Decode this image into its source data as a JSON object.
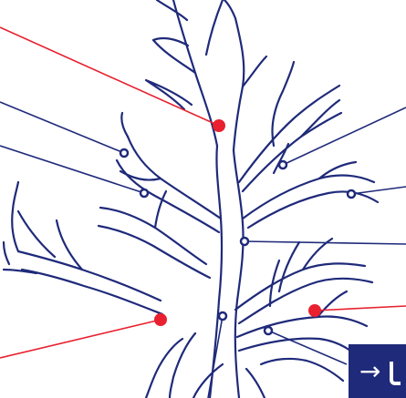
{
  "diagram": {
    "kind": "tree-callout-illustration",
    "colors": {
      "background": "#ffffff",
      "branch_stroke": "#1f2a7a",
      "callout_navy": "#1f2a7a",
      "callout_red": "#e8202f"
    },
    "callouts": [
      {
        "id": "c1",
        "color": "red",
        "marker": "filled"
      },
      {
        "id": "c2",
        "color": "navy",
        "marker": "small"
      },
      {
        "id": "c3",
        "color": "navy",
        "marker": "small"
      },
      {
        "id": "c4",
        "color": "navy",
        "marker": "small"
      },
      {
        "id": "c5",
        "color": "navy",
        "marker": "small"
      },
      {
        "id": "c6",
        "color": "navy",
        "marker": "small"
      },
      {
        "id": "c7",
        "color": "red",
        "marker": "filled"
      },
      {
        "id": "c8",
        "color": "red",
        "marker": "filled"
      },
      {
        "id": "c9",
        "color": "navy",
        "marker": "small"
      },
      {
        "id": "c10",
        "color": "navy",
        "marker": "small"
      }
    ]
  },
  "controls": {
    "next_button": {
      "icon": "arrow-right-icon",
      "arrow_glyph": "→"
    }
  }
}
